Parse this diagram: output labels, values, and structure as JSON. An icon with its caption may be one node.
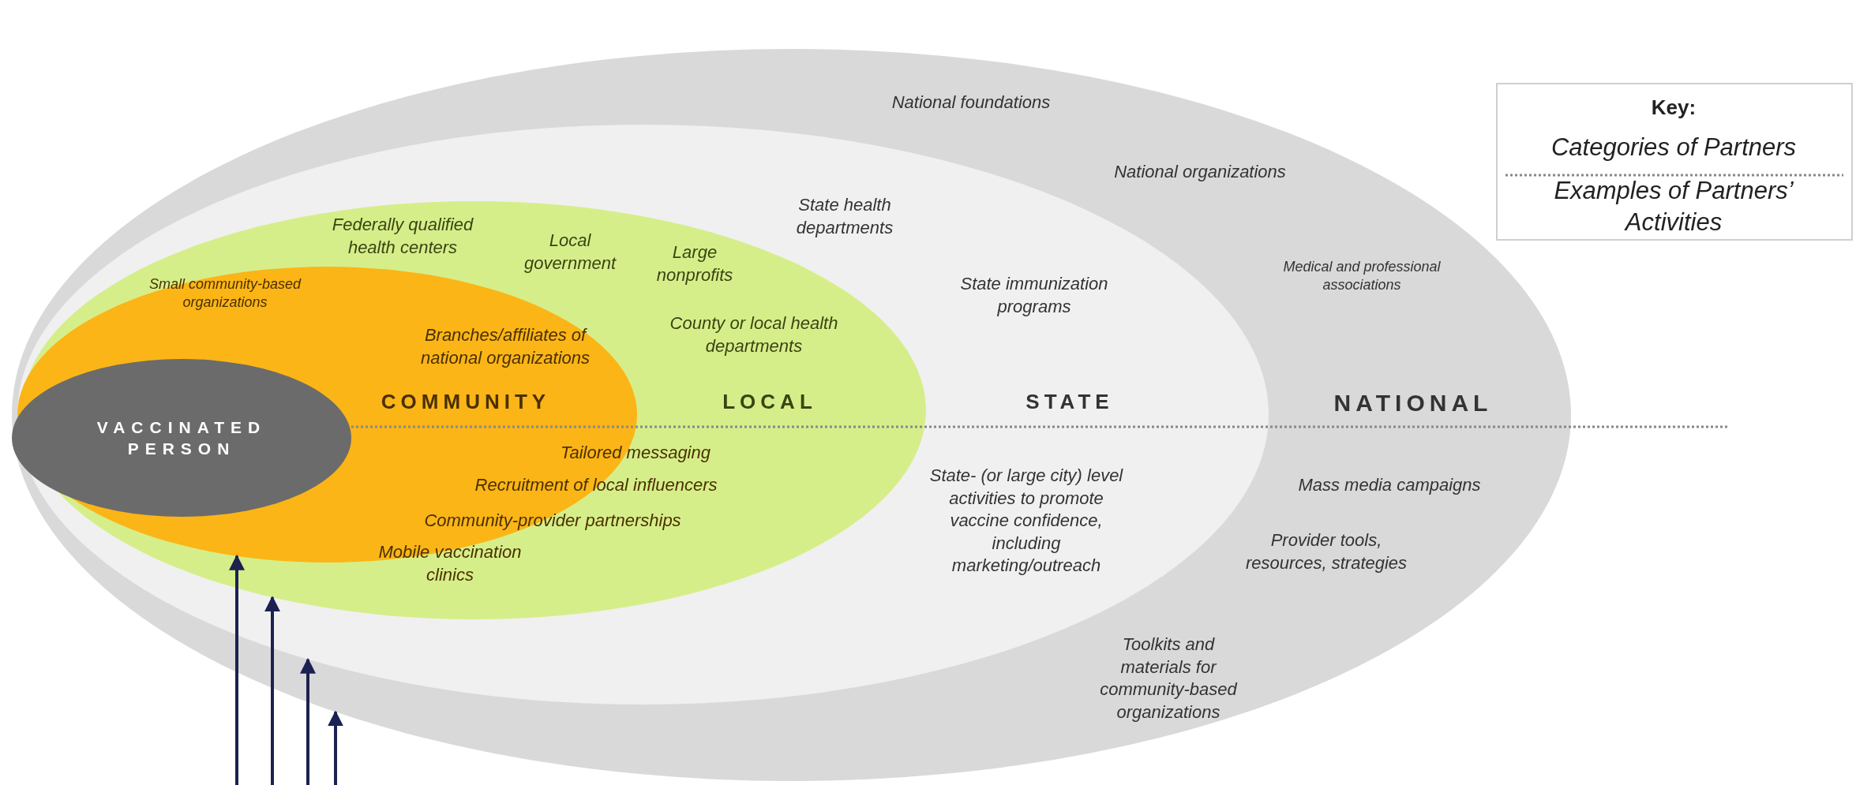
{
  "diagram": {
    "nodes": [
      {
        "text": [
          "National foundations",
          "National organizations",
          "Medical and professional associations",
          "NATIONAL",
          "Mass media campaigns",
          "Provider tools, resources, strategies",
          "Toolkits and materials for community-based organizations"
        ]
      },
      {
        "text": [
          "State health departments",
          "State immunization programs",
          "STATE",
          "State- (or large city) level activities to promote vaccine confidence, including marketing/outreach"
        ],
        "in": 0
      },
      {
        "text": [
          "Federally qualified health centers",
          "Local government",
          "Large nonprofits",
          "County or local health departments",
          "LOCAL"
        ],
        "in": 1
      },
      {
        "text": [
          "Small community-based organizations",
          "Branches/affiliates of national organizations",
          "COMMUNITY",
          "Tailored messaging",
          "Recruitment of local influencers",
          "Community-provider partnerships",
          "Mobile vaccination clinics"
        ],
        "in": 2
      },
      {
        "text": [
          "VACCINATED PERSON"
        ],
        "in": 3
      },
      {
        "text": [
          "Key:",
          "Categories of Partners",
          "Examples of Partners’ Activities"
        ]
      }
    ],
    "edges": [
      {
        "from": null,
        "to": 3,
        "arrow": "to"
      },
      {
        "from": null,
        "to": 2,
        "arrow": "to"
      },
      {
        "from": null,
        "to": 1,
        "arrow": "to"
      },
      {
        "from": null,
        "to": 0,
        "arrow": "to"
      }
    ]
  }
}
